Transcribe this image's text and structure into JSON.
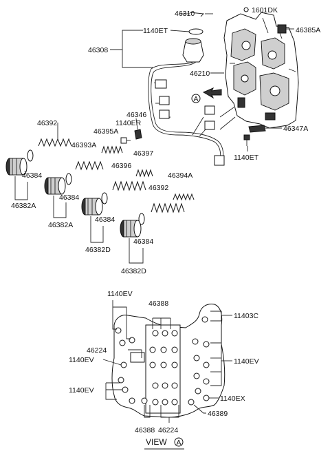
{
  "upper_labels": {
    "p46310": "46310",
    "p1601DK": "1601DK",
    "p1140ET_top": "1140ET",
    "p46385A": "46385A",
    "p46308": "46308",
    "p46210": "46210",
    "p46346": "46346",
    "p1140ER": "1140ER",
    "p46395A": "46395A",
    "p46347A": "46347A",
    "p46392_a": "46392",
    "p46393A": "46393A",
    "p1140ET_right": "1140ET",
    "p46397": "46397",
    "p46396": "46396",
    "p46394A": "46394A",
    "p46392_b": "46392",
    "p46384_a": "46384",
    "p46384_b": "46384",
    "p46384_c": "46384",
    "p46384_d": "46384",
    "p46382A_a": "46382A",
    "p46382A_b": "46382A",
    "p46382D_a": "46382D",
    "p46382D_b": "46382D"
  },
  "view_marker": "A",
  "view_labels": {
    "p1140EV_top": "1140EV",
    "p46388_top": "46388",
    "p11403C": "11403C",
    "p46224_left": "46224",
    "p1140EV_left": "1140EV",
    "p1140EV_right": "1140EV",
    "p1140EV_low": "1140EV",
    "p1140EX": "1140EX",
    "p46389": "46389",
    "p46388_bottom": "46388",
    "p46224_bottom": "46224",
    "view_title": "VIEW",
    "view_letter": "A"
  }
}
